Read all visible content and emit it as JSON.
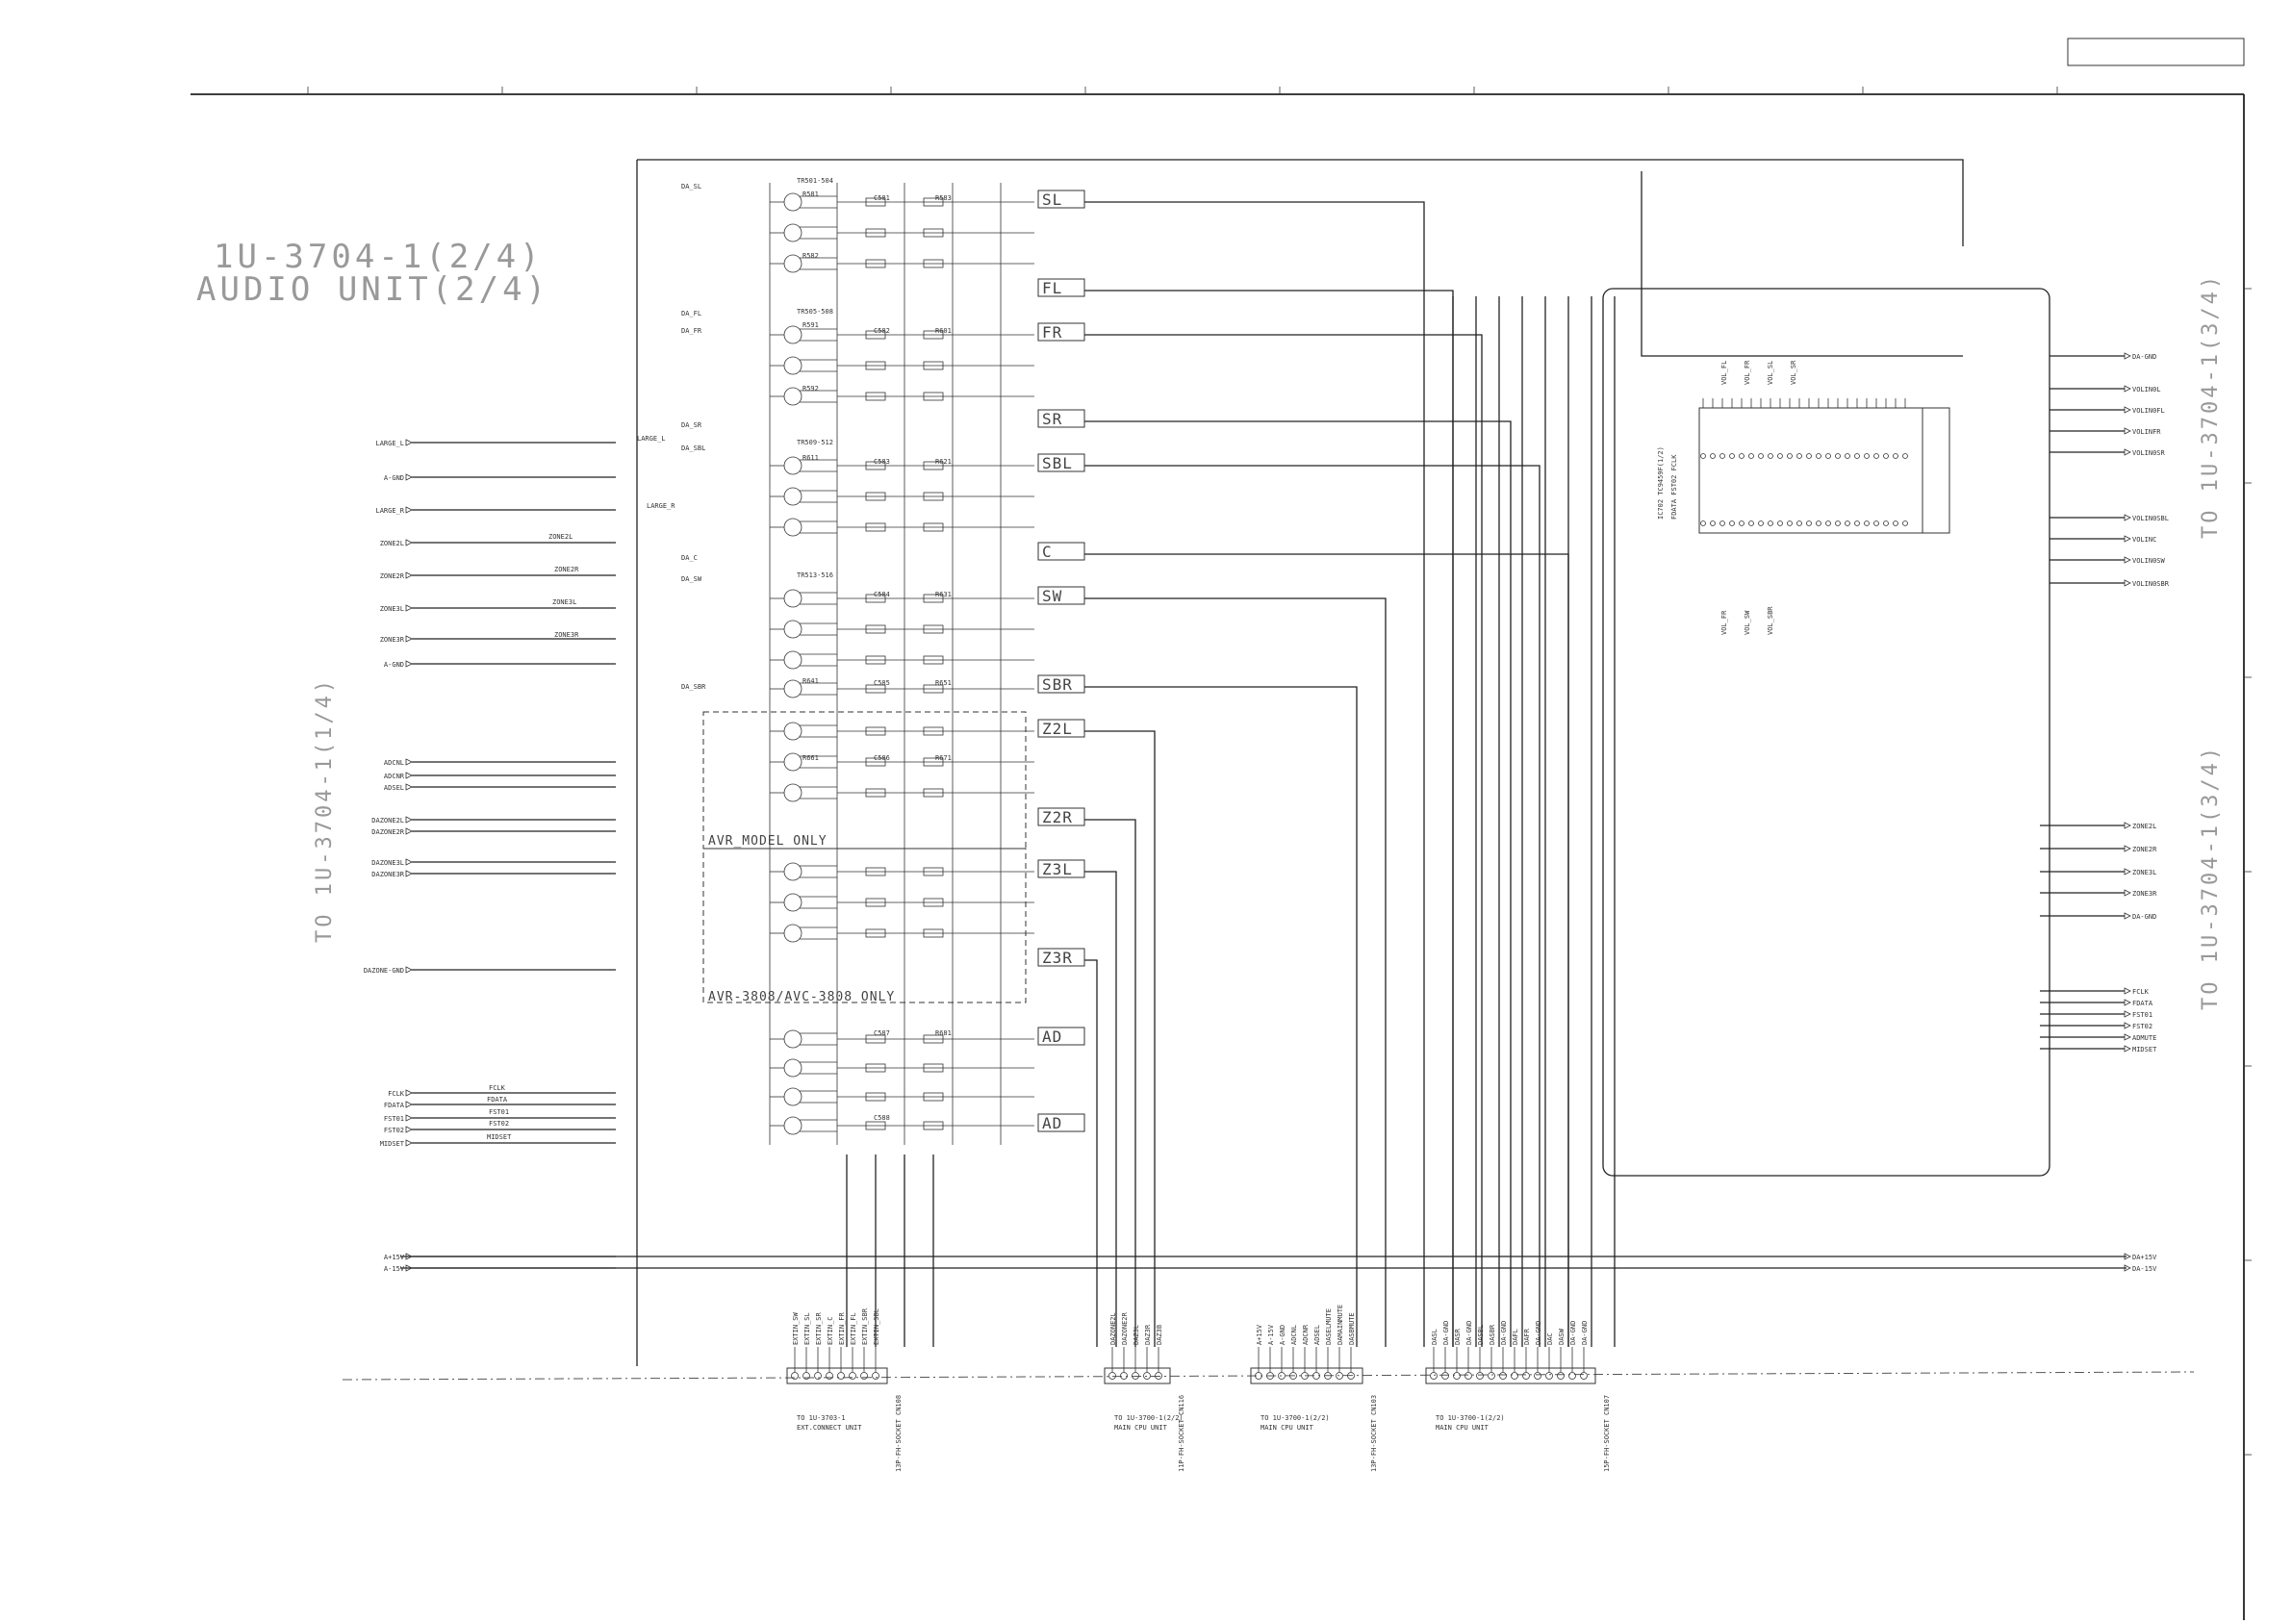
{
  "sheet": {
    "title_line1": "1U-3704-1(2/4)",
    "title_line2": "AUDIO UNIT(2/4)",
    "left_side_label": "TO 1U-3704-1(1/4)",
    "right_side_label_upper": "TO 1U-3704-1(3/4)",
    "right_side_label_lower": "TO 1U-3704-1(3/4)"
  },
  "channel_labels": [
    "SL",
    "FL",
    "FR",
    "SR",
    "SBL",
    "C",
    "SW",
    "SBR",
    "Z2L",
    "Z2R",
    "Z3L",
    "Z3R",
    "AD",
    "AD"
  ],
  "region_labels": {
    "avr_model": "AVR_MODEL ONLY",
    "avr_avc": "AVR-3808/AVC-3808 ONLY"
  },
  "left_ports": [
    "LARGE_L",
    "A-GND",
    "LARGE_R",
    "ZONE2L",
    "ZONE2R",
    "ZONE3L",
    "ZONE3R",
    "A-GND",
    "ADCNL",
    "ADCNR",
    "ADSEL",
    "DAZONE2L",
    "DAZONE2R",
    "DAZONE3L",
    "DAZONE3R",
    "DAZONE-GND",
    "FCLK",
    "FDATA",
    "FST01",
    "FST02",
    "MIDSET",
    "A+15V",
    "A-15V"
  ],
  "left_nets": [
    "LARGE_L",
    "LARGE_R",
    "ZONE2L",
    "ZONE2R",
    "ZONE3L",
    "ZONE3R",
    "FCLK",
    "FDATA",
    "FST01",
    "FST02",
    "MIDSET"
  ],
  "channel_nets": [
    "DA_SL",
    "DA_FL",
    "DA_FR",
    "DA_SR",
    "DA_SBL",
    "DA_C",
    "DA_SW",
    "DA_SBR"
  ],
  "right_ports_upper": [
    "DA-GND",
    "VOLIN0L",
    "VOLIN0FL",
    "VOLINFR",
    "VOLIN0SR",
    "VOLIN0SBL",
    "VOLINC",
    "VOLIN0SW",
    "VOLIN0SBR"
  ],
  "right_ports_lower": [
    "ZONE2L",
    "ZONE2R",
    "ZONE3L",
    "ZONE3R",
    "DA-GND",
    "FCLK",
    "FDATA",
    "FST01",
    "FST02",
    "ADMUTE",
    "MIDSET"
  ],
  "power_ports": [
    "DA+15V",
    "DA-15V"
  ],
  "ic_labels": {
    "ic_name": "IC702 TC9459F(1/2)",
    "ic_sub": "FDATA FST02 FCLK",
    "vol_out_top": [
      "VOL_FL",
      "VOL_FR",
      "VOL_SL",
      "VOL_SR"
    ],
    "vol_out_bottom": [
      "VOL_FR",
      "VOL_SW",
      "VOL_SBR"
    ]
  },
  "connectors": [
    {
      "pins": [
        "EXTIN_SW",
        "EXTIN_SL",
        "EXTIN_SR",
        "EXTIN_C",
        "EXTIN_FR",
        "EXTIN_FL",
        "EXTIN_SBR",
        "EXTIN_SBL"
      ],
      "ref": "13P-FH-SOCKET CN108",
      "dest_line1": "TO 1U-3703-1",
      "dest_line2": "EXT.CONNECT UNIT"
    },
    {
      "pins": [
        "DAZONE2L",
        "DAZONE2R",
        "DAZ3L",
        "DAZ3R",
        "DAZ3B"
      ],
      "ref": "11P-FH-SOCKET CN116",
      "dest_line1": "TO 1U-3700-1(2/2)",
      "dest_line2": "MAIN CPU UNIT"
    },
    {
      "pins": [
        "A+15V",
        "A-15V",
        "A-GND",
        "ADCNL",
        "ADCNR",
        "ADSEL",
        "DASELMUTE",
        "DAMAINMUTE",
        "DASBMUTE"
      ],
      "ref": "13P-FH-SOCKET CN103",
      "dest_line1": "TO 1U-3700-1(2/2)",
      "dest_line2": "MAIN CPU UNIT"
    },
    {
      "pins": [
        "DASL",
        "DA-GND",
        "DASR",
        "DA-GND",
        "DASBL",
        "DASBR",
        "DA-GND",
        "DAFL",
        "DAFR",
        "DA-GND",
        "DAC",
        "DASW",
        "DA-GND",
        "DA-GND"
      ],
      "ref": "15P-FH-SOCKET CN107",
      "dest_line1": "TO 1U-3700-1(2/2)",
      "dest_line2": "MAIN CPU UNIT"
    }
  ],
  "part_labels": [
    "TR501-504",
    "R581",
    "R582",
    "C581",
    "R583",
    "TR505-508",
    "R591",
    "R592",
    "C582",
    "R601",
    "TR509-512",
    "R611",
    "C583",
    "R621",
    "TR513-516",
    "C584",
    "R631",
    "R641",
    "C585",
    "R651",
    "R661",
    "C586",
    "R671",
    "C587",
    "R681",
    "C588"
  ]
}
